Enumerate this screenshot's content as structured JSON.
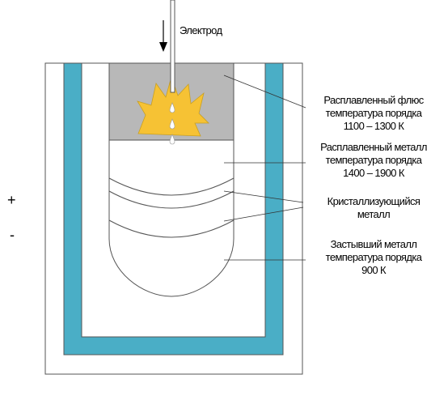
{
  "labels": {
    "electrode": "Электрод",
    "flux": [
      "Расплавленный флюс",
      "температура порядка",
      "1100 – 1300 К"
    ],
    "molten_metal": [
      "Расплавленный металл",
      "температура порядка",
      "1400 – 1900 К"
    ],
    "crystallizing": [
      "Кристаллизующийся",
      "металл"
    ],
    "solid_metal": [
      "Застывший металл",
      "температура порядка",
      "900 К"
    ]
  },
  "signs": {
    "plus": "+",
    "minus": "-"
  },
  "colors": {
    "mold_wall": "#4aaec6",
    "flux": "#b8b8b8",
    "spark": "#f6c234",
    "outline": "#555555",
    "leader": "#333333"
  }
}
